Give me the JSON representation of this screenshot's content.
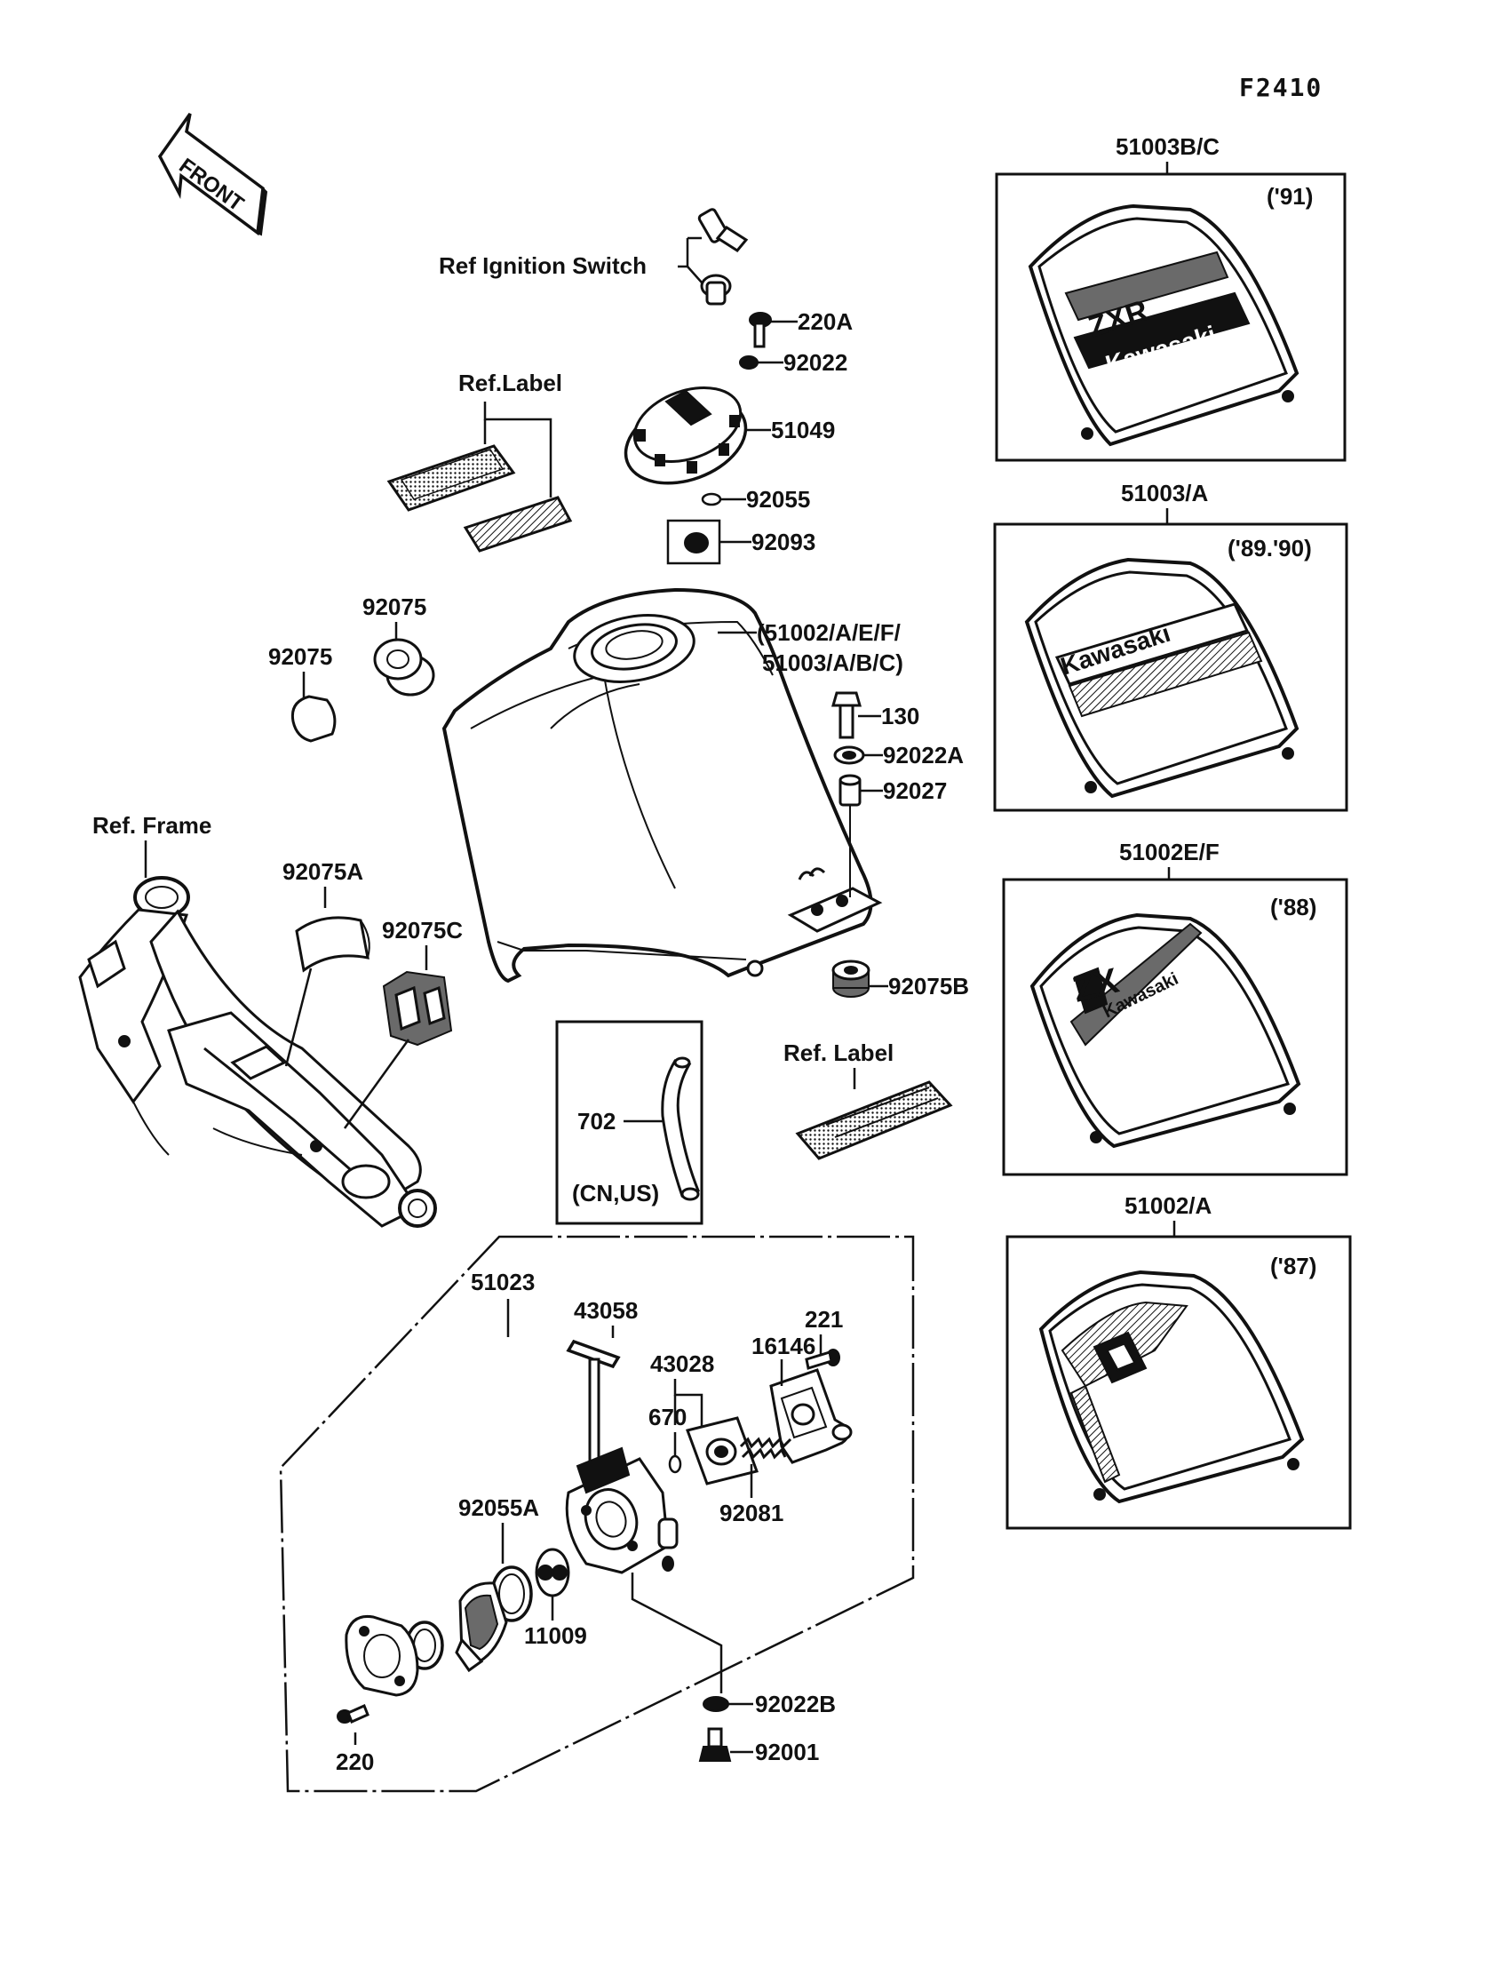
{
  "figure_code": "F2410",
  "front_arrow_text": "FRONT",
  "labels": {
    "ref_ignition_switch": "Ref Ignition Switch",
    "p220A": "220A",
    "p92022": "92022",
    "ref_label_top": "Ref.Label",
    "p51049": "51049",
    "p92055": "92055",
    "p92093": "92093",
    "p92075_a": "92075",
    "p92075_b": "92075",
    "tank_line1": "(51002/A/E/F/",
    "tank_line2": "51003/A/B/C)",
    "p130": "130",
    "p92022A": "92022A",
    "p92027": "92027",
    "ref_frame": "Ref. Frame",
    "p92075A": "92075A",
    "p92075C": "92075C",
    "p92075B": "92075B",
    "p702": "702",
    "cn_us": "(CN,US)",
    "ref_label_mid": "Ref. Label",
    "p51023": "51023",
    "p43058": "43058",
    "p43028": "43028",
    "p221": "221",
    "p16146": "16146",
    "p670": "670",
    "p92081": "92081",
    "p92055A": "92055A",
    "p11009": "11009",
    "p92022B": "92022B",
    "p92001": "92001",
    "p220": "220"
  },
  "variants": [
    {
      "part": "51003B/C",
      "year": "('91)",
      "logo_text": "Kawasaki"
    },
    {
      "part": "51003/A",
      "year": "('89.'90)",
      "logo_text": "Kawasaki"
    },
    {
      "part": "51002E/F",
      "year": "('88)",
      "logo_text": "Kawasaki"
    },
    {
      "part": "51002/A",
      "year": "('87)",
      "logo_text": ""
    }
  ]
}
